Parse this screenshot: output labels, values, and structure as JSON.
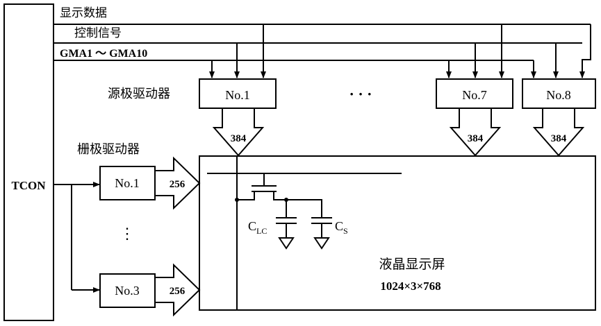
{
  "tcon": {
    "label": "TCON"
  },
  "buses": {
    "display_data": "显示数据",
    "control_signal": "控制信号",
    "gamma": "GMA1 ～ GMA10"
  },
  "source_drivers": {
    "title": "源极驱动器",
    "units": [
      "No.1",
      "No.7",
      "No.8"
    ],
    "ellipsis": "· · ·",
    "channels": "384"
  },
  "gate_drivers": {
    "title": "栅极驱动器",
    "units": [
      "No.1",
      "No.3"
    ],
    "ellipsis": "⋮",
    "channels": "256"
  },
  "panel": {
    "title": "液晶显示屏",
    "resolution": "1024×3×768",
    "clc_main": "C",
    "clc_sub": "LC",
    "cs_main": "C",
    "cs_sub": "S"
  }
}
